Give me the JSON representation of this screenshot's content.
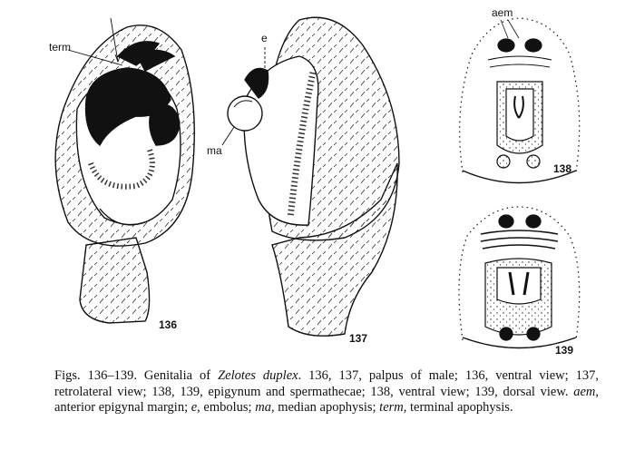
{
  "figures": {
    "fig136": {
      "number": "136",
      "labels": {
        "term": "term"
      }
    },
    "fig137": {
      "number": "137",
      "labels": {
        "e": "e",
        "ma": "ma"
      }
    },
    "fig138": {
      "number": "138",
      "labels": {
        "aem": "aem"
      }
    },
    "fig139": {
      "number": "139"
    }
  },
  "caption": {
    "lead": "Figs. 136–139.   Genitalia of ",
    "species": "Zelotes duplex",
    "text1": ". 136, 137, palpus of male; 136, ventral view; 137, retrolateral view; 138, 139, epigynum and spermathecae; 138, ventral view; 139, dorsal view. ",
    "abbr_aem": "aem",
    "def_aem": ", anterior epigynal margin; ",
    "abbr_e": "e",
    "def_e": ", embolus; ",
    "abbr_ma": "ma",
    "def_ma": ", median apophysis; ",
    "abbr_term": "term",
    "def_term": ", terminal apophysis."
  }
}
